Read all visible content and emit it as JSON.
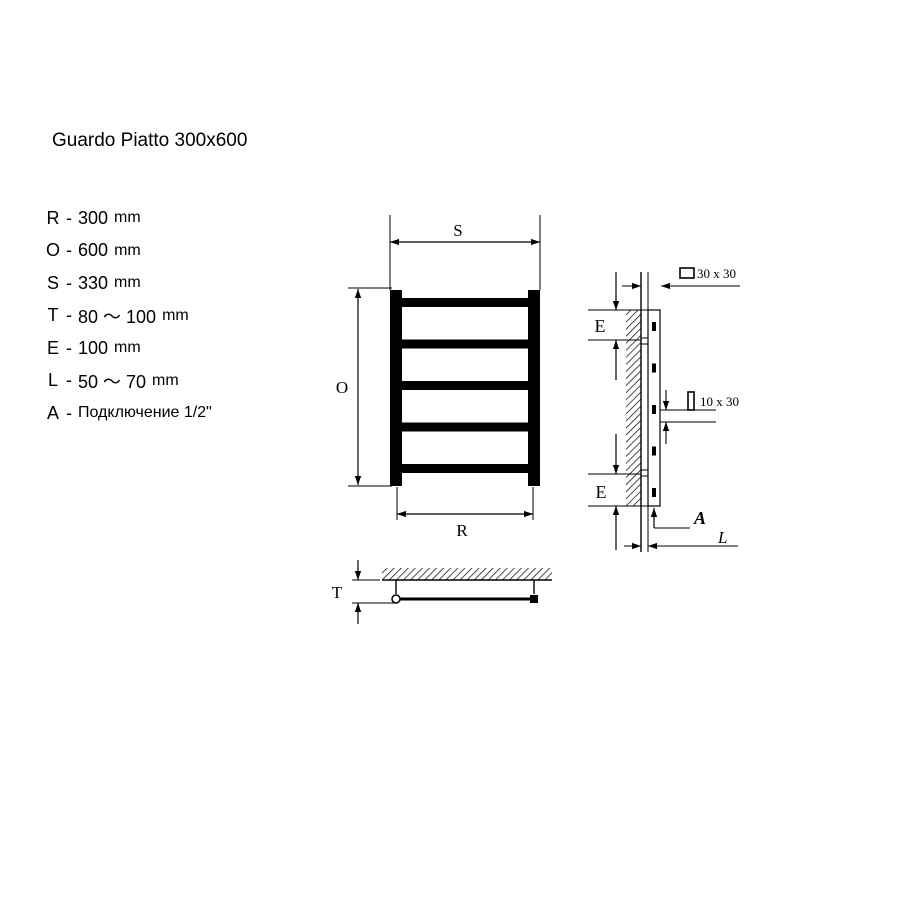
{
  "title": "Guardo Piatto 300x600",
  "specs": [
    {
      "key": "R",
      "value": "300",
      "unit": "mm"
    },
    {
      "key": "O",
      "value": "600",
      "unit": "mm"
    },
    {
      "key": "S",
      "value": "330",
      "unit": "mm"
    },
    {
      "key": "T",
      "value": "80 ～ 100",
      "unit": "mm"
    },
    {
      "key": "E",
      "value": "100",
      "unit": "mm"
    },
    {
      "key": "L",
      "value": "50 ～ 70",
      "unit": "mm"
    },
    {
      "key": "A",
      "value": "Подключение 1/2\"",
      "unit": ""
    }
  ],
  "diagram": {
    "label_s": "S",
    "label_o": "O",
    "label_r": "R",
    "label_t": "T",
    "label_e_top": "E",
    "label_e_bottom": "E",
    "label_a": "A",
    "label_l": "L",
    "profile_30": "30 x 30",
    "profile_10": "10 x 30",
    "rung_count": 5
  },
  "colors": {
    "ink": "#000000",
    "background": "#ffffff"
  }
}
